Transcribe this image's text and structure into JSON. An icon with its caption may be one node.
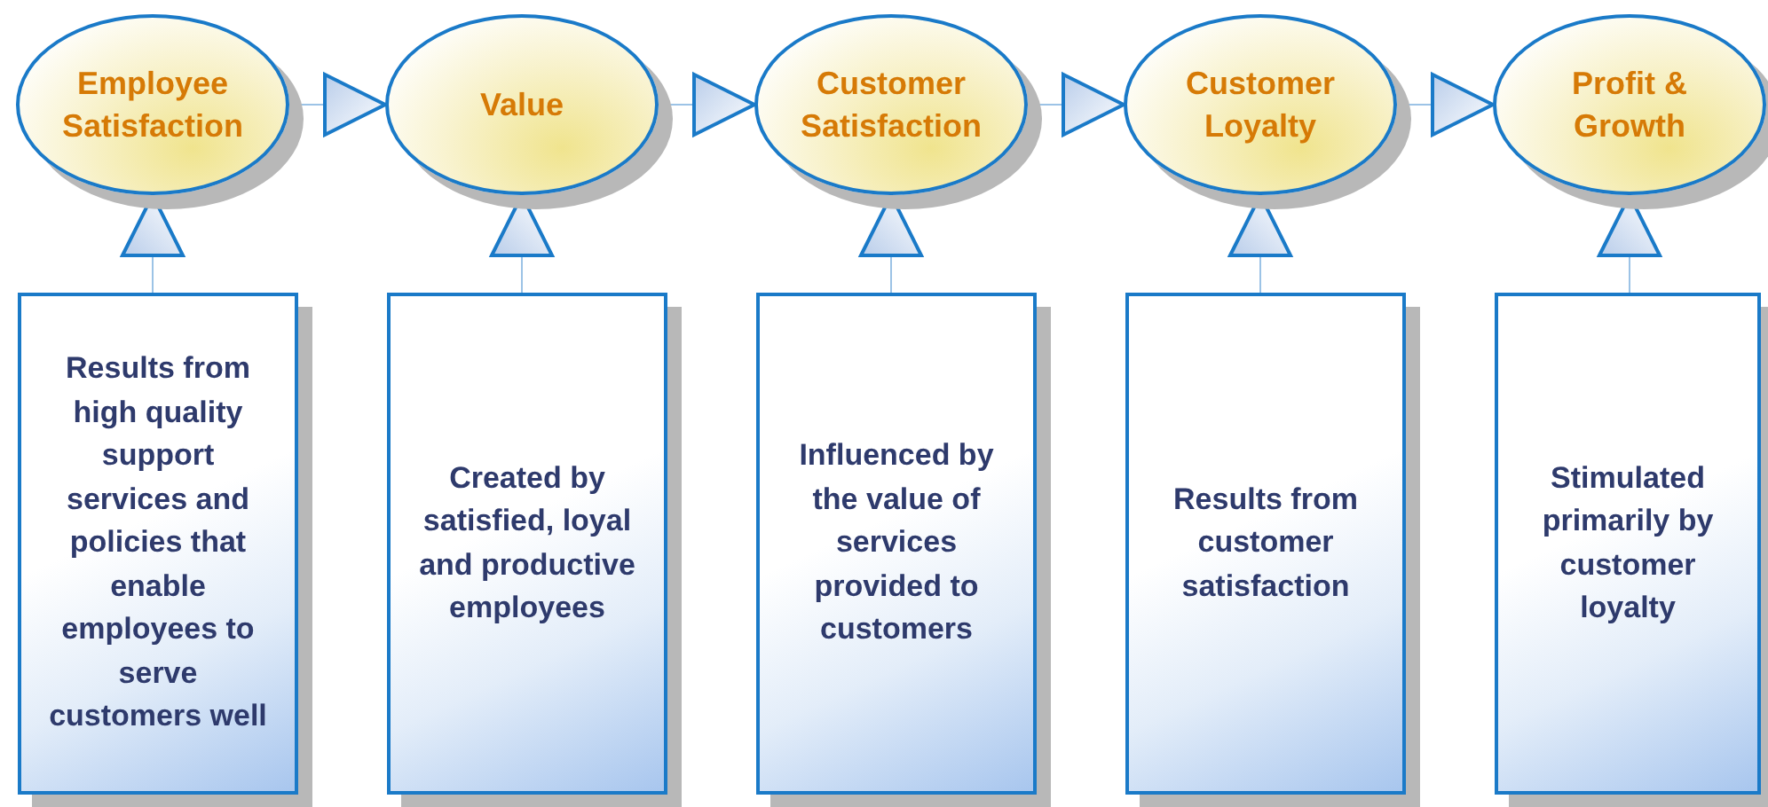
{
  "diagram": {
    "nodes": [
      {
        "text": [
          "Employee Satisfaction"
        ]
      },
      {
        "text": [
          "Value"
        ]
      },
      {
        "text": [
          "Customer Satisfaction"
        ]
      },
      {
        "text": [
          "Customer Loyalty"
        ]
      },
      {
        "text": [
          "Profit & Growth"
        ]
      },
      {
        "text": [
          "Results from high quality support services and policies that enable employees to serve customers well"
        ]
      },
      {
        "text": [
          "Created by satisfied, loyal and productive employees"
        ]
      },
      {
        "text": [
          "Influenced by the value of services provided to customers"
        ]
      },
      {
        "text": [
          "Results from customer satisfaction"
        ]
      },
      {
        "text": [
          "Stimulated primarily by customer loyalty"
        ]
      }
    ],
    "edges": [
      {
        "from": 0,
        "to": 1,
        "arrow": "to"
      },
      {
        "from": 1,
        "to": 2,
        "arrow": "to"
      },
      {
        "from": 2,
        "to": 3,
        "arrow": "to"
      },
      {
        "from": 3,
        "to": 4,
        "arrow": "to"
      },
      {
        "from": 5,
        "to": 0,
        "arrow": "to"
      },
      {
        "from": 6,
        "to": 1,
        "arrow": "to"
      },
      {
        "from": 7,
        "to": 2,
        "arrow": "to"
      },
      {
        "from": 8,
        "to": 3,
        "arrow": "to"
      },
      {
        "from": 9,
        "to": 4,
        "arrow": "to"
      }
    ]
  }
}
